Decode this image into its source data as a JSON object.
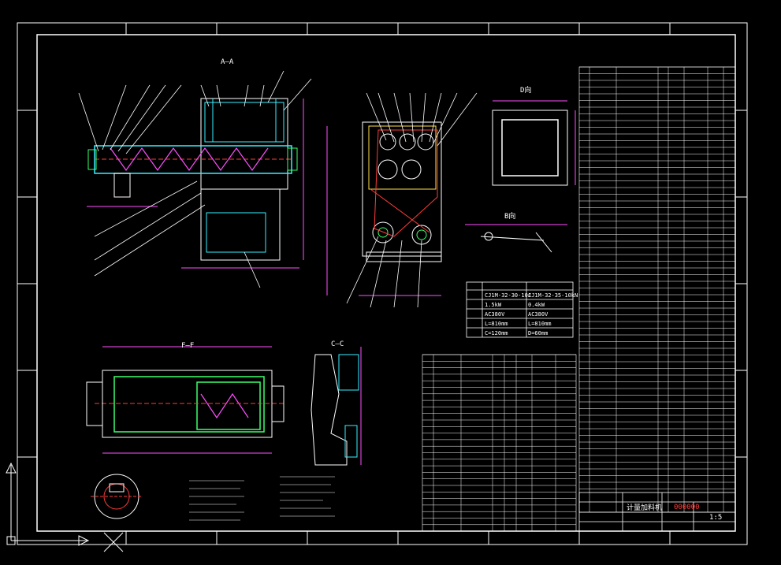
{
  "colors": {
    "background": "#000000",
    "frame": "#ffffff",
    "outline": "#ffffff",
    "dimension": "#ff4fff",
    "hidden": "#ffe14a",
    "section": "#39f0ff",
    "chain": "#ff3b3b",
    "center": "#3dff6a"
  },
  "views": {
    "view_a_label": "A—A",
    "view_f_label": "F—F",
    "view_c_label": "C—C",
    "view_d_label": "D向",
    "view_b_label": "B向"
  },
  "motor_table": {
    "rows": [
      [
        "CJ1M-32-30-10J",
        "CJ1M-32-35-10kN"
      ],
      [
        "1.5kW",
        "0.4kW"
      ],
      [
        "AC380V",
        "AC380V"
      ],
      [
        "L=810mm",
        "L=810mm"
      ],
      [
        "C=120mm",
        "D=60mm"
      ]
    ]
  },
  "title_block": {
    "drawing_name": "计量加料机",
    "drawing_number": "000000",
    "scale_label": "1:5"
  },
  "icons": {
    "origin": "ucs-origin-icon",
    "crosshair": "cursor-crosshair-icon"
  }
}
